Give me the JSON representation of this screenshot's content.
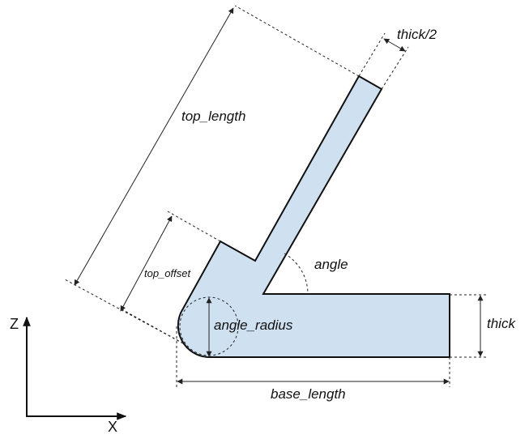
{
  "colors": {
    "part_fill": "#cfe0f1",
    "part_stroke": "#111111",
    "annotation": "#222222"
  },
  "labels": {
    "top_length": "top_length",
    "thick_half": "thick/2",
    "top_offset": "top_offset",
    "angle": "angle",
    "angle_radius": "angle_radius",
    "thick": "thick",
    "base_length": "base_length"
  },
  "axes": {
    "z": "Z",
    "x": "X"
  }
}
